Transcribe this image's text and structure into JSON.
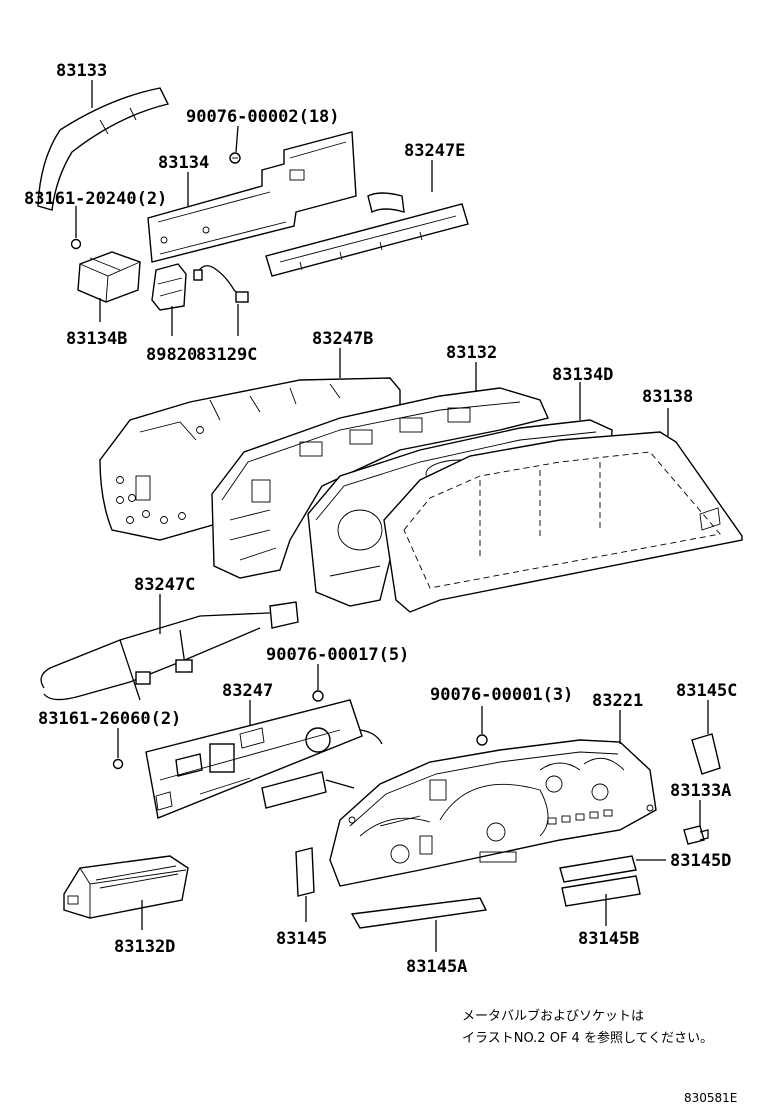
{
  "labels": {
    "p83133": "83133",
    "p90076_00002": "90076-00002(18)",
    "p83134": "83134",
    "p83247E": "83247E",
    "p83161_20240": "83161-20240(2)",
    "p83134B": "83134B",
    "p89820": "89820",
    "p83129C": "83129C",
    "p83247B": "83247B",
    "p83132": "83132",
    "p83134D": "83134D",
    "p83138": "83138",
    "p83247C": "83247C",
    "p90076_00017": "90076-00017(5)",
    "p83247": "83247",
    "p83161_26060": "83161-26060(2)",
    "p90076_00001": "90076-00001(3)",
    "p83221": "83221",
    "p83145C": "83145C",
    "p83133A": "83133A",
    "p83145D": "83145D",
    "p83132D": "83132D",
    "p83145": "83145",
    "p83145B": "83145B",
    "p83145A": "83145A"
  },
  "note": {
    "line1": "メータバルブおよびソケットは",
    "line2": "イラストNO.2 OF 4 を参照してください。"
  },
  "diagram_code": "830581E"
}
